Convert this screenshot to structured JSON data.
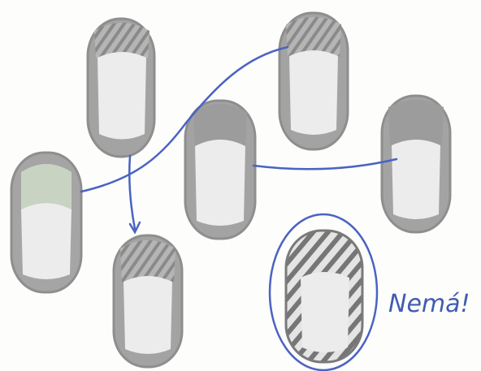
{
  "drawing": {
    "annotation_label": "Nemá!",
    "colors": {
      "paper": "#fdfdfb",
      "outline_gray": "#8f8f8f",
      "fill_gray": "#a9a9a9",
      "cap_gray": "#9a9a9a",
      "body_light": "#ececec",
      "hatch": "#6f6f6f",
      "ink_blue": "#4a63c2"
    },
    "connections": [
      {
        "from": "capsule-left-middle",
        "to": "capsule-top-right"
      },
      {
        "from": "capsule-top-left",
        "to": "capsule-bottom-left"
      },
      {
        "from": "capsule-center",
        "to": "capsule-right"
      }
    ],
    "circled_item": "capsule-hatched"
  }
}
